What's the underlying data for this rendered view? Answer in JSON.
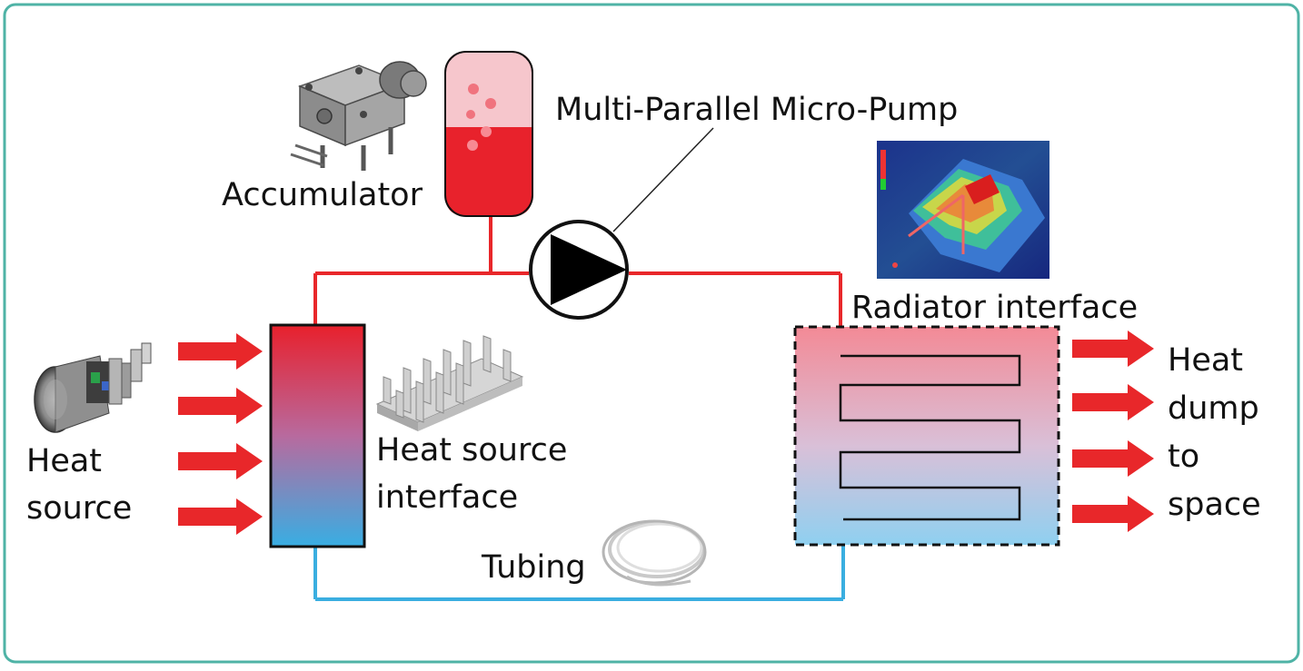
{
  "labels": {
    "accumulator": "Accumulator",
    "pump": "Multi-Parallel Micro-Pump",
    "radiator": "Radiator interface",
    "heat_source_line1": "Heat",
    "heat_source_line2": "source",
    "hs_interface_line1": "Heat source",
    "hs_interface_line2": "interface",
    "tubing": "Tubing",
    "dump_line1": "Heat",
    "dump_line2": "dump",
    "dump_line3": "to",
    "dump_line4": "space"
  },
  "colors": {
    "frame": "#4fb3a6",
    "hot": "#e8272a",
    "cold": "#3aaee0",
    "arrow": "#e8272a",
    "outline": "#111111"
  },
  "icons": {
    "accumulator_photo": "accumulator-render-icon",
    "heat_source_photo": "heat-source-device-icon",
    "heat_sink_photo": "heat-sink-fins-icon",
    "radiator_photo": "thermal-simulation-icon",
    "tubing_photo": "tubing-coil-icon",
    "pump_symbol": "pump-symbol-icon"
  }
}
